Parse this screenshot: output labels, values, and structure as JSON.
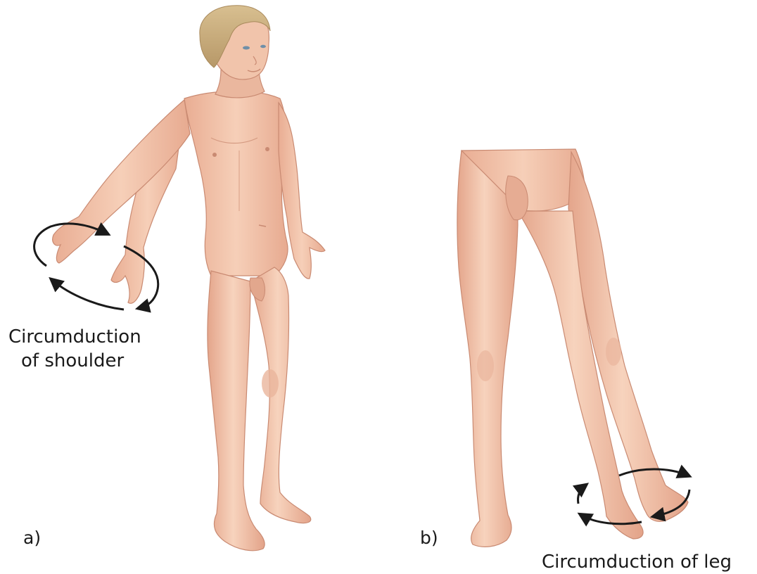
{
  "panels": [
    {
      "letter": "a)",
      "caption_line1": "Circumduction",
      "caption_line2": "of shoulder"
    },
    {
      "letter": "b)",
      "caption": "Circumduction of leg"
    }
  ],
  "colors": {
    "skin": "#f2c4ab",
    "skin_shadow": "#e0a68c",
    "outline": "#c98a72",
    "hair": "#c9ae7e",
    "arrow": "#1a1a1a",
    "background": "#ffffff"
  }
}
